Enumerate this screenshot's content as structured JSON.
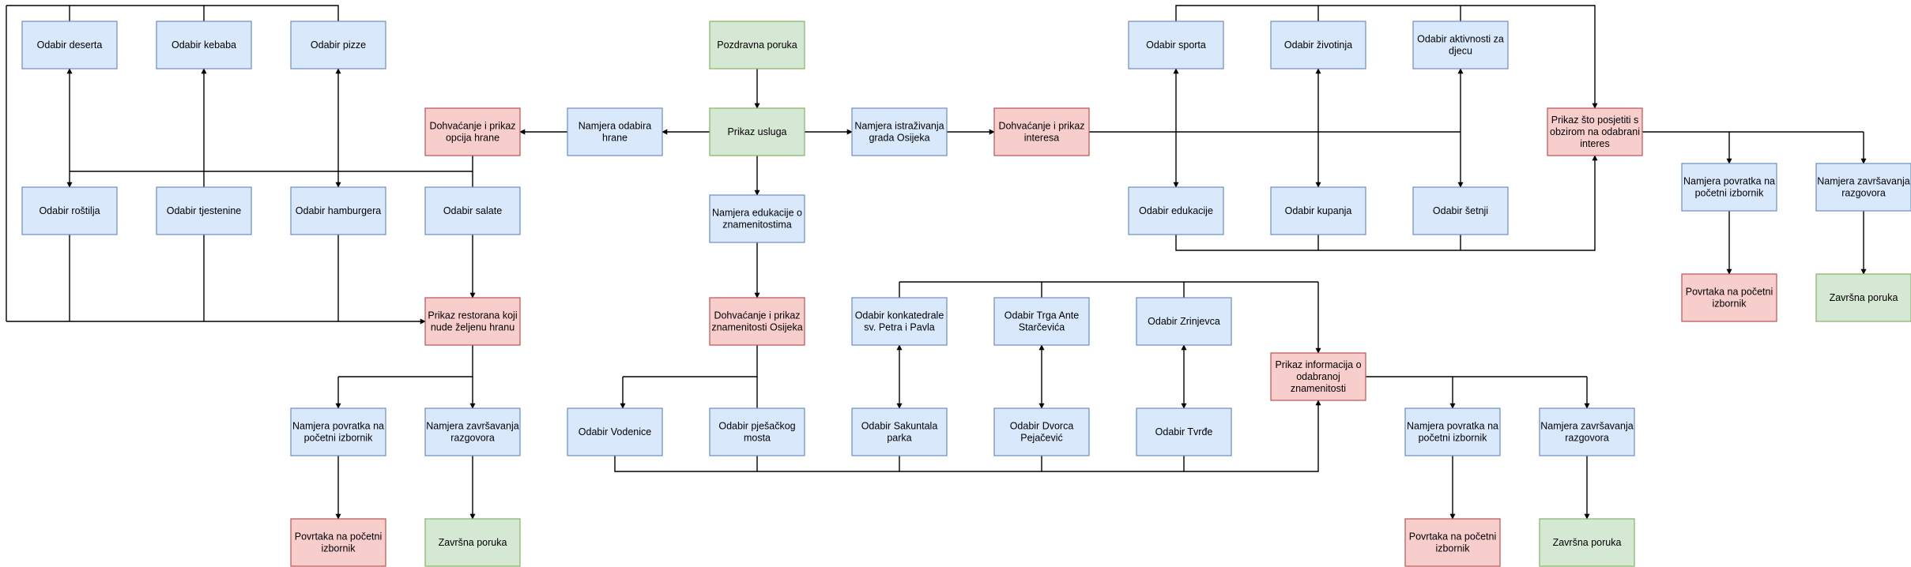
{
  "nodes": {
    "n1": {
      "lines": [
        "Odabir deserta"
      ],
      "color": "blue"
    },
    "n2": {
      "lines": [
        "Odabir kebaba"
      ],
      "color": "blue"
    },
    "n3": {
      "lines": [
        "Odabir pizze"
      ],
      "color": "blue"
    },
    "n4": {
      "lines": [
        "Pozdravna poruka"
      ],
      "color": "green"
    },
    "n5": {
      "lines": [
        "Odabir sporta"
      ],
      "color": "blue"
    },
    "n6": {
      "lines": [
        "Odabir životinja"
      ],
      "color": "blue"
    },
    "n7": {
      "lines": [
        "Odabir aktivnosti za",
        "djecu"
      ],
      "color": "blue"
    },
    "n8": {
      "lines": [
        "Dohvaćanje i prikaz",
        "opcija hrane"
      ],
      "color": "red"
    },
    "n9": {
      "lines": [
        "Namjera odabira",
        "hrane"
      ],
      "color": "blue"
    },
    "n10": {
      "lines": [
        "Prikaz usluga"
      ],
      "color": "green"
    },
    "n11": {
      "lines": [
        "Namjera istraživanja",
        "grada Osijeka"
      ],
      "color": "blue"
    },
    "n12": {
      "lines": [
        "Dohvaćanje i prikaz",
        "interesa"
      ],
      "color": "red"
    },
    "n13": {
      "lines": [
        "Prikaz što posjetiti s",
        "obzirom na odabrani",
        "interes"
      ],
      "color": "red"
    },
    "n14": {
      "lines": [
        "Namjera povratka na",
        "početni izbornik"
      ],
      "color": "blue"
    },
    "n15": {
      "lines": [
        "Namjera završavanja",
        "razgovora"
      ],
      "color": "blue"
    },
    "n16": {
      "lines": [
        "Odabir roštilja"
      ],
      "color": "blue"
    },
    "n17": {
      "lines": [
        "Odabir tjestenine"
      ],
      "color": "blue"
    },
    "n18": {
      "lines": [
        "Odabir hamburgera"
      ],
      "color": "blue"
    },
    "n19": {
      "lines": [
        "Odabir salate"
      ],
      "color": "blue"
    },
    "n20": {
      "lines": [
        "Namjera edukacije o",
        "znamenitostima"
      ],
      "color": "blue"
    },
    "n21": {
      "lines": [
        "Odabir edukacije"
      ],
      "color": "blue"
    },
    "n22": {
      "lines": [
        "Odabir kupanja"
      ],
      "color": "blue"
    },
    "n23": {
      "lines": [
        "Odabir šetnji"
      ],
      "color": "blue"
    },
    "n24": {
      "lines": [
        "Povrtaka na početni",
        "izbornik"
      ],
      "color": "red"
    },
    "n25": {
      "lines": [
        "Završna poruka"
      ],
      "color": "green"
    },
    "n26": {
      "lines": [
        "Prikaz restorana koji",
        "nude željenu hranu"
      ],
      "color": "red"
    },
    "n27": {
      "lines": [
        "Dohvaćanje i prikaz",
        "znamenitosti Osijeka"
      ],
      "color": "red"
    },
    "n28": {
      "lines": [
        "Odabir konkatedrale",
        "sv. Petra i Pavla"
      ],
      "color": "blue"
    },
    "n29": {
      "lines": [
        "Odabir Trga Ante",
        "Starčevića"
      ],
      "color": "blue"
    },
    "n30": {
      "lines": [
        "Odabir Zrinjevca"
      ],
      "color": "blue"
    },
    "n31": {
      "lines": [
        "Prikaz informacija o",
        "odabranoj",
        "znamenitosti"
      ],
      "color": "red"
    },
    "n32": {
      "lines": [
        "Namjera povratka na",
        "početni izbornik"
      ],
      "color": "blue"
    },
    "n33": {
      "lines": [
        "Namjera završavanja",
        "razgovora"
      ],
      "color": "blue"
    },
    "n34": {
      "lines": [
        "Odabir Vodenice"
      ],
      "color": "blue"
    },
    "n35": {
      "lines": [
        "Odabir pješačkog",
        "mosta"
      ],
      "color": "blue"
    },
    "n36": {
      "lines": [
        "Odabir Sakuntala",
        "parka"
      ],
      "color": "blue"
    },
    "n37": {
      "lines": [
        "Odabir Dvorca",
        "Pejačević"
      ],
      "color": "blue"
    },
    "n38": {
      "lines": [
        "Odabir Tvrđe"
      ],
      "color": "blue"
    },
    "n39": {
      "lines": [
        "Namjera povratka na",
        "početni izbornik"
      ],
      "color": "blue"
    },
    "n40": {
      "lines": [
        "Namjera završavanja",
        "razgovora"
      ],
      "color": "blue"
    },
    "n41": {
      "lines": [
        "Povrtaka na početni",
        "izbornik"
      ],
      "color": "red"
    },
    "n42": {
      "lines": [
        "Završna poruka"
      ],
      "color": "green"
    },
    "n43": {
      "lines": [
        "Povrtaka na početni",
        "izbornik"
      ],
      "color": "red"
    },
    "n44": {
      "lines": [
        "Završna poruka"
      ],
      "color": "green"
    }
  }
}
